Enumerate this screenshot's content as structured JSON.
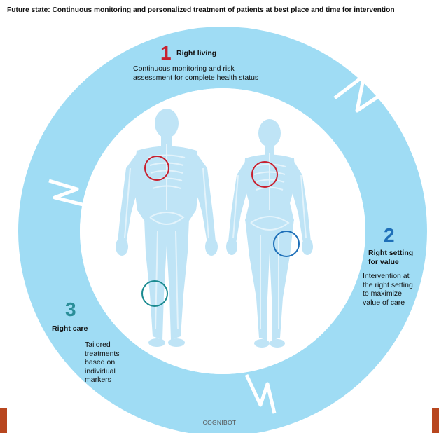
{
  "title": "Future state: Continuous monitoring and personalized treatment of patients at best place and time for intervention",
  "steps": [
    {
      "number": "1",
      "label": "Right living",
      "description": "Continuous monitoring and risk assessment for complete health status",
      "color": "#c8202f"
    },
    {
      "number": "2",
      "label": "Right setting for value",
      "description": "Intervention at the right setting to maximize value of care",
      "color": "#1e6fb8"
    },
    {
      "number": "3",
      "label": "Right care",
      "description": "Tailored treatments based on individual markers",
      "color": "#2a8e98"
    }
  ],
  "footer": "COGNIBOT",
  "colors": {
    "ring": "#9fdcf4",
    "figure": "#bfe4f6",
    "bone": "#e8f5fc",
    "edge_bar": "#b8461f"
  }
}
